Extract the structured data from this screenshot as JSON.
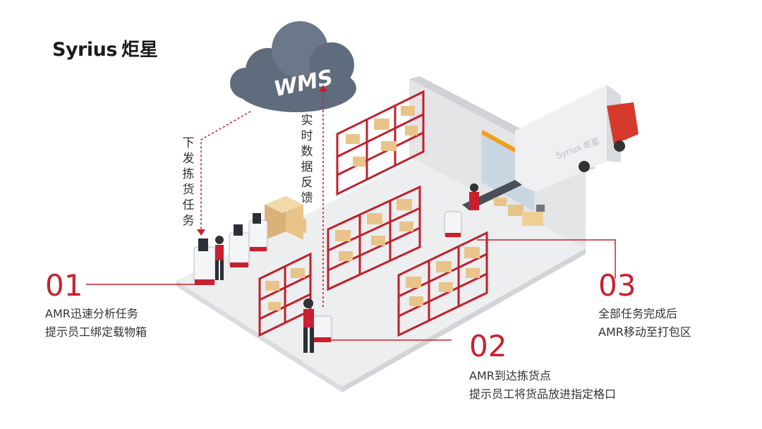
{
  "logo": {
    "brand_en": "Syrius",
    "brand_cn": "炬星"
  },
  "cloud": {
    "label": "WMS"
  },
  "flows": {
    "down_label": "下发拣货任务",
    "up_label": "实时数据反馈"
  },
  "truck": {
    "brand_text": "Syrius 炬星"
  },
  "steps": [
    {
      "number": "01",
      "line1": "AMR迅速分析任务",
      "line2": "提示员工绑定载物箱"
    },
    {
      "number": "02",
      "line1": "AMR到达拣货点",
      "line2": "提示员工将货品放进指定格口"
    },
    {
      "number": "03",
      "line1": "全部任务完成后",
      "line2": "AMR移动至打包区"
    }
  ],
  "colors": {
    "accent": "#c8202f",
    "cloud": "#5f6c7d",
    "floor": "#eceeef",
    "rack": "#c0202c",
    "box": "#e9c48a"
  }
}
